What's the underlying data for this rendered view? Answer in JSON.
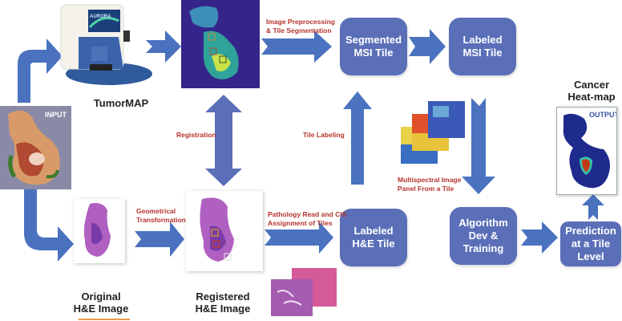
{
  "colors": {
    "box_fill": "#5a6fb8",
    "arrow_fill": "#4a72bf",
    "label_red": "#b5332b",
    "underline_orange": "#e89a4a"
  },
  "device": {
    "caption": "TumorMAP",
    "screen_text": "AURORA"
  },
  "input": {
    "tag": "INPUT"
  },
  "output": {
    "caption": "Cancer\nHeat-map",
    "tag": "OUTPUT"
  },
  "boxes": {
    "segmented_msi": "Segmented\nMSI Tile",
    "labeled_msi": "Labeled\nMSI Tile",
    "labeled_he": "Labeled\nH&E Tile",
    "algorithm": "Algorithm\nDev &\nTraining",
    "prediction": "Prediction\nat a Tile\nLevel"
  },
  "captions": {
    "original_he": "Original\nH&E Image",
    "registered_he": "Registered\nH&E Image"
  },
  "edge_labels": {
    "preprocessing": "Image Preprocessing\n& Tile Segmentation",
    "registration": "Registration",
    "tile_labeling": "Tile Labeling",
    "geometrical": "Geometrical\nTransformation",
    "pathology": "Pathology Read and CIS\nAssignment of Tiles",
    "multispectral": "Multispectral Image\nPanel From a Tile"
  }
}
